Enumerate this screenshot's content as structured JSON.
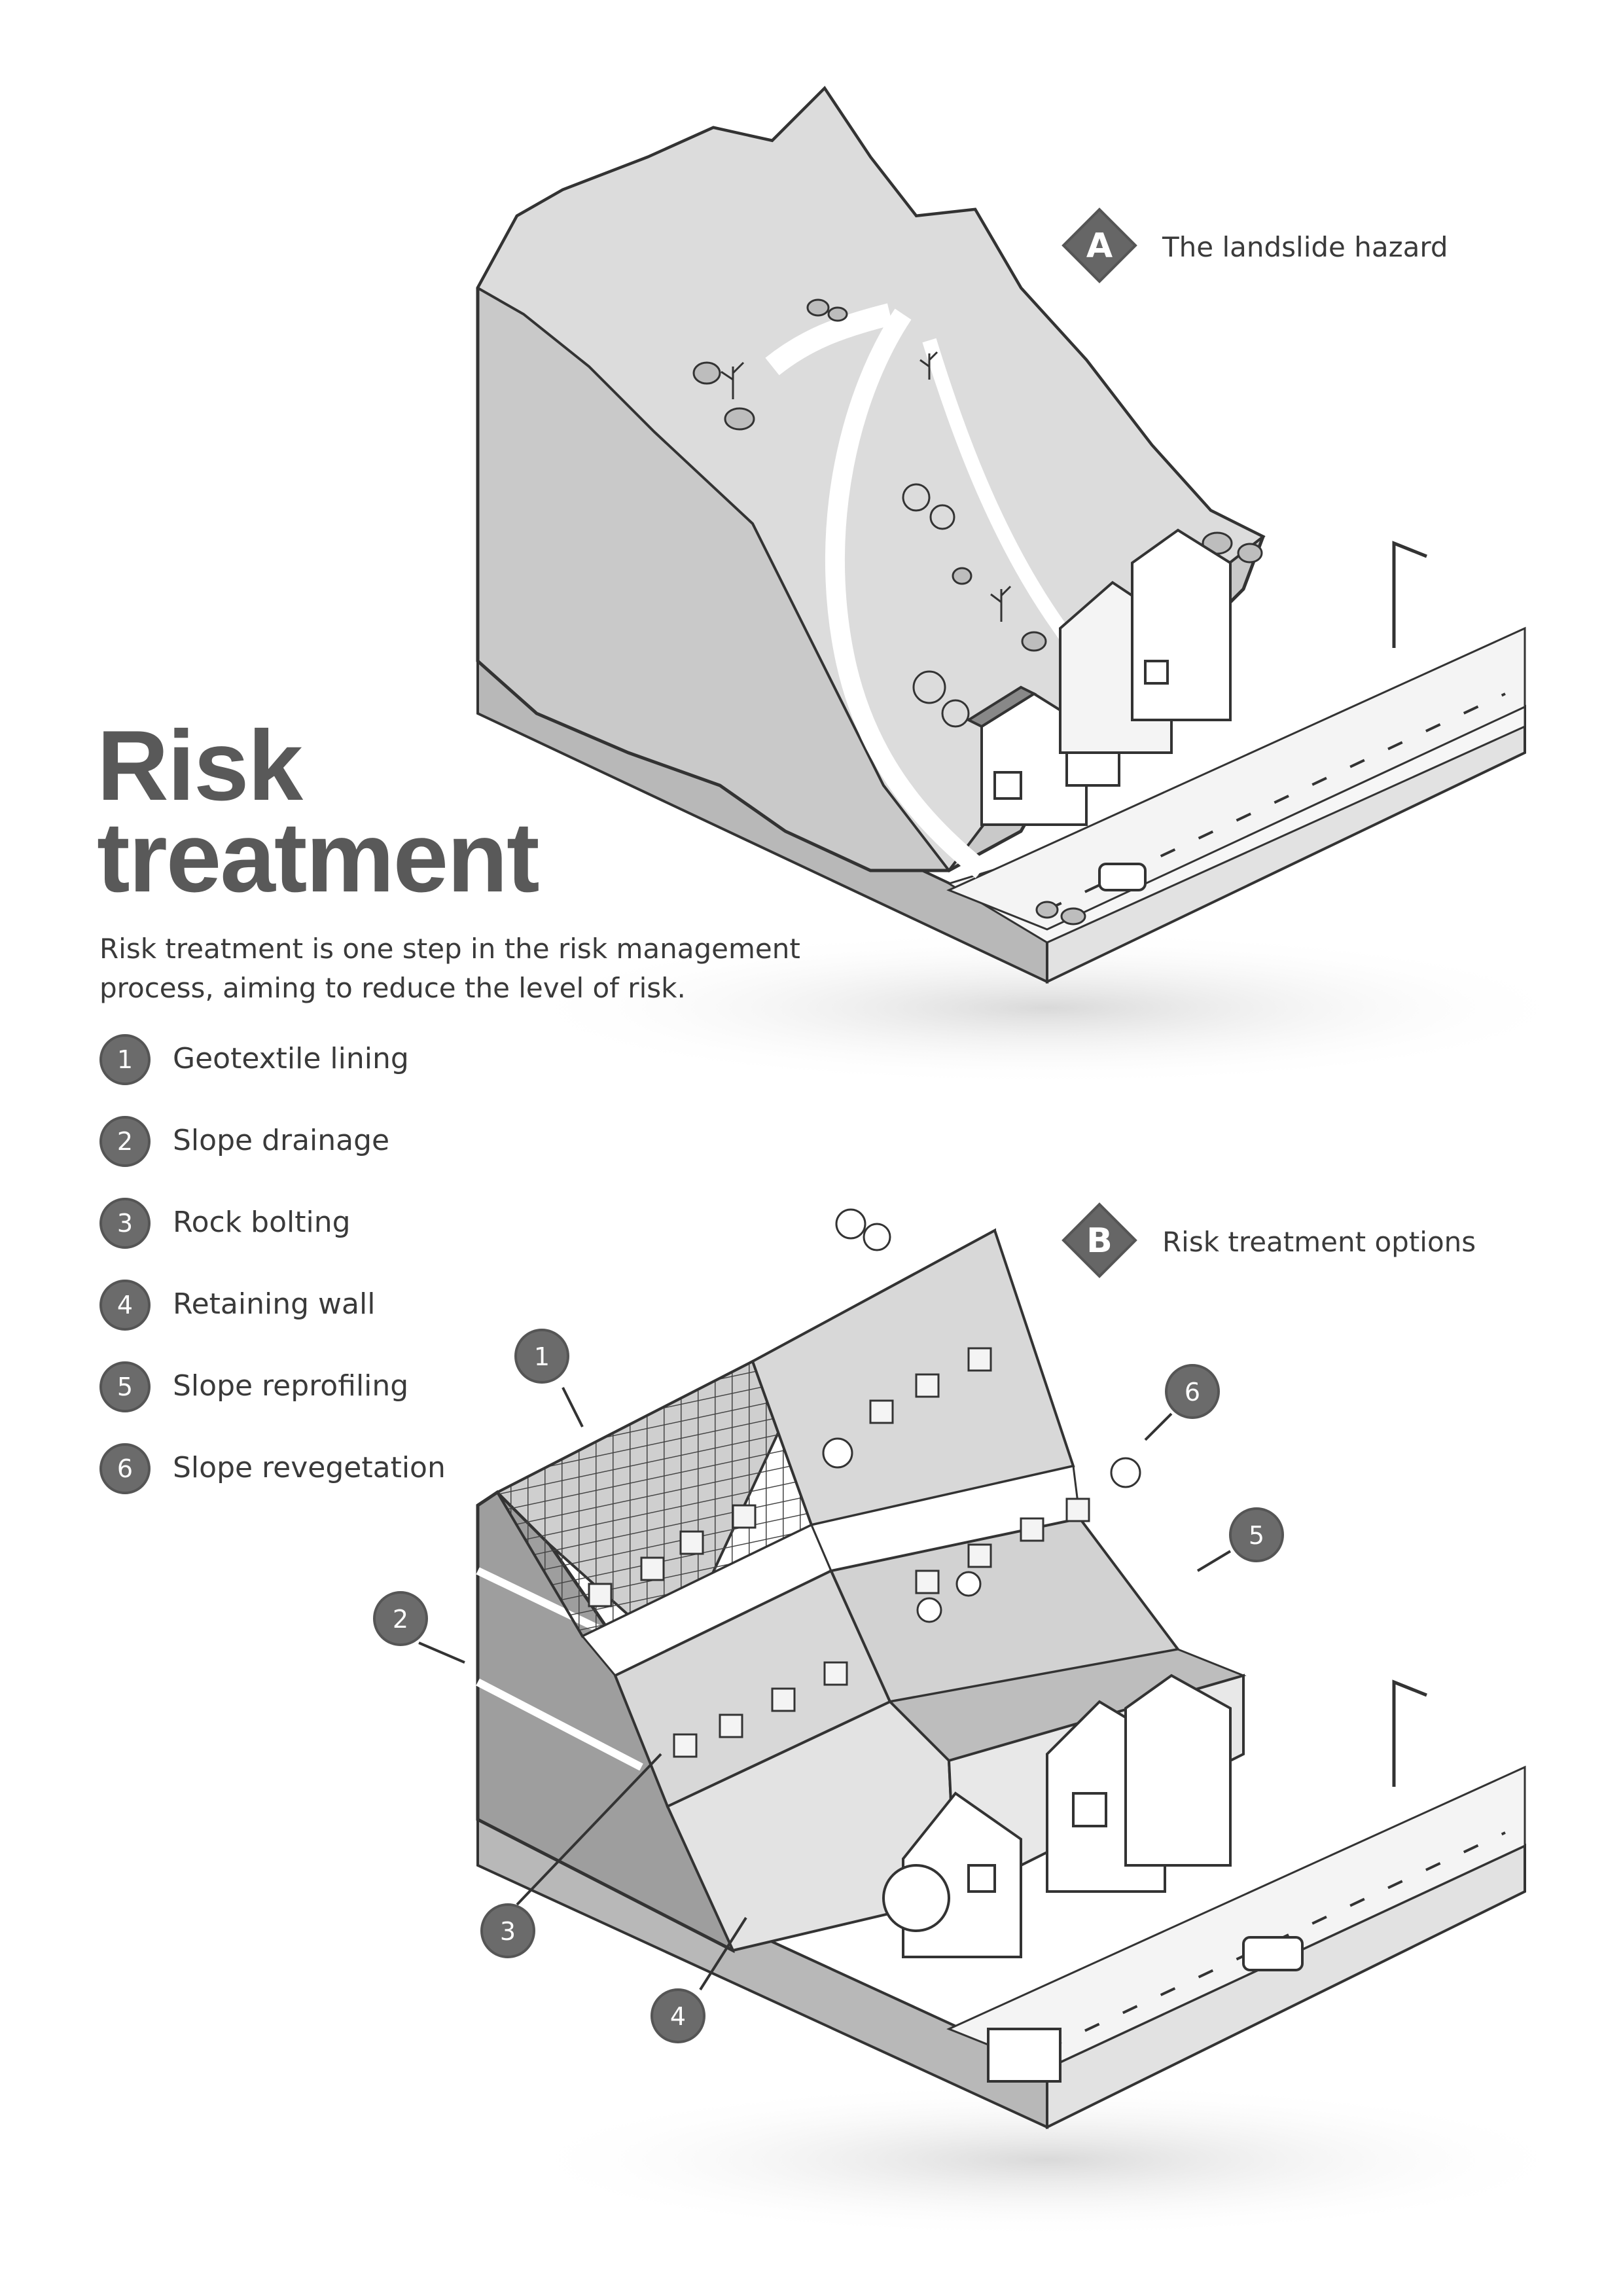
{
  "title": {
    "line1": "Risk",
    "line2": "treatment"
  },
  "intro": "Risk treatment is one step in the risk management process, aiming to reduce the level of risk.",
  "legend": [
    {
      "number": "1",
      "label": "Geotextile lining"
    },
    {
      "number": "2",
      "label": "Slope drainage"
    },
    {
      "number": "3",
      "label": "Rock bolting"
    },
    {
      "number": "4",
      "label": "Retaining wall"
    },
    {
      "number": "5",
      "label": "Slope reprofiling"
    },
    {
      "number": "6",
      "label": "Slope revegetation"
    }
  ],
  "scene_a": {
    "badge": "A",
    "label": "The landslide hazard"
  },
  "scene_b": {
    "badge": "B",
    "label": "Risk treatment options"
  },
  "callouts": [
    "1",
    "2",
    "3",
    "4",
    "5",
    "6"
  ],
  "colors": {
    "badge_fill": "#666666",
    "hill_face": "#c8c8c8",
    "hill_light": "#e0e0e0",
    "ground_top": "#f2f2f2",
    "ground_side": "#b5b5b5",
    "outline": "#333333"
  }
}
